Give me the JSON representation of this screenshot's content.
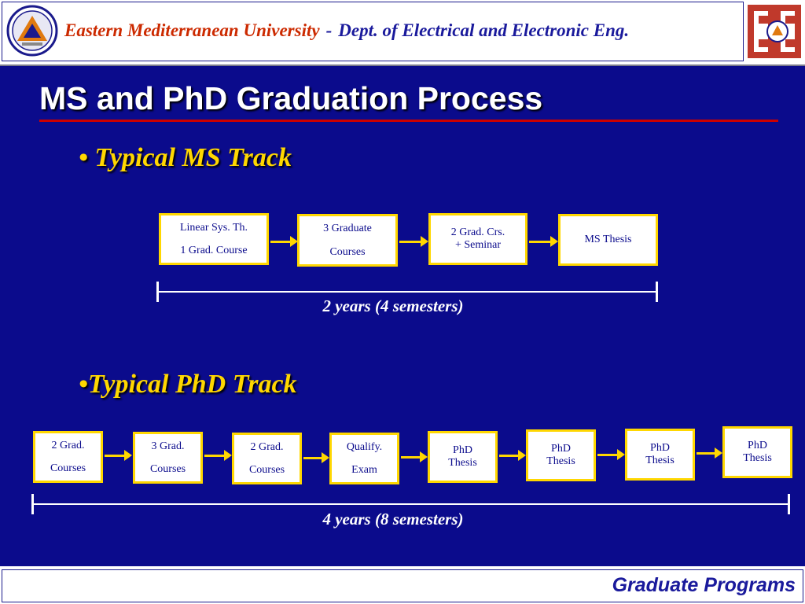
{
  "header": {
    "university": "Eastern Mediterranean University",
    "separator": "-",
    "department": "Dept. of Electrical and Electronic Eng."
  },
  "title": "MS and PhD Graduation Process",
  "ms_track": {
    "heading": "• Typical MS Track",
    "steps": [
      {
        "line1": "Linear Sys. Th.",
        "line2": "1 Grad. Course"
      },
      {
        "line1": "3 Graduate",
        "line2": "Courses"
      },
      {
        "line1": "2 Grad. Crs.",
        "line2": "+ Seminar"
      },
      {
        "line1": "MS Thesis",
        "line2": ""
      }
    ],
    "duration": "2 years (4 semesters)"
  },
  "phd_track": {
    "heading": "•Typical PhD Track",
    "steps": [
      {
        "line1": "2 Grad.",
        "line2": "Courses"
      },
      {
        "line1": "3 Grad.",
        "line2": "Courses"
      },
      {
        "line1": "2 Grad.",
        "line2": "Courses"
      },
      {
        "line1": "Qualify.",
        "line2": "Exam"
      },
      {
        "line1": "PhD",
        "line2": "Thesis"
      },
      {
        "line1": "PhD",
        "line2": "Thesis"
      },
      {
        "line1": "PhD",
        "line2": "Thesis"
      },
      {
        "line1": "PhD",
        "line2": "Thesis"
      }
    ],
    "duration": "4 years (8 semesters)"
  },
  "footer": "Graduate Programs",
  "colors": {
    "background": "#0b0b8c",
    "accent": "#ffd700",
    "rule": "#cc0000",
    "university_text": "#cc2a00",
    "department_text": "#1a1a9c"
  }
}
